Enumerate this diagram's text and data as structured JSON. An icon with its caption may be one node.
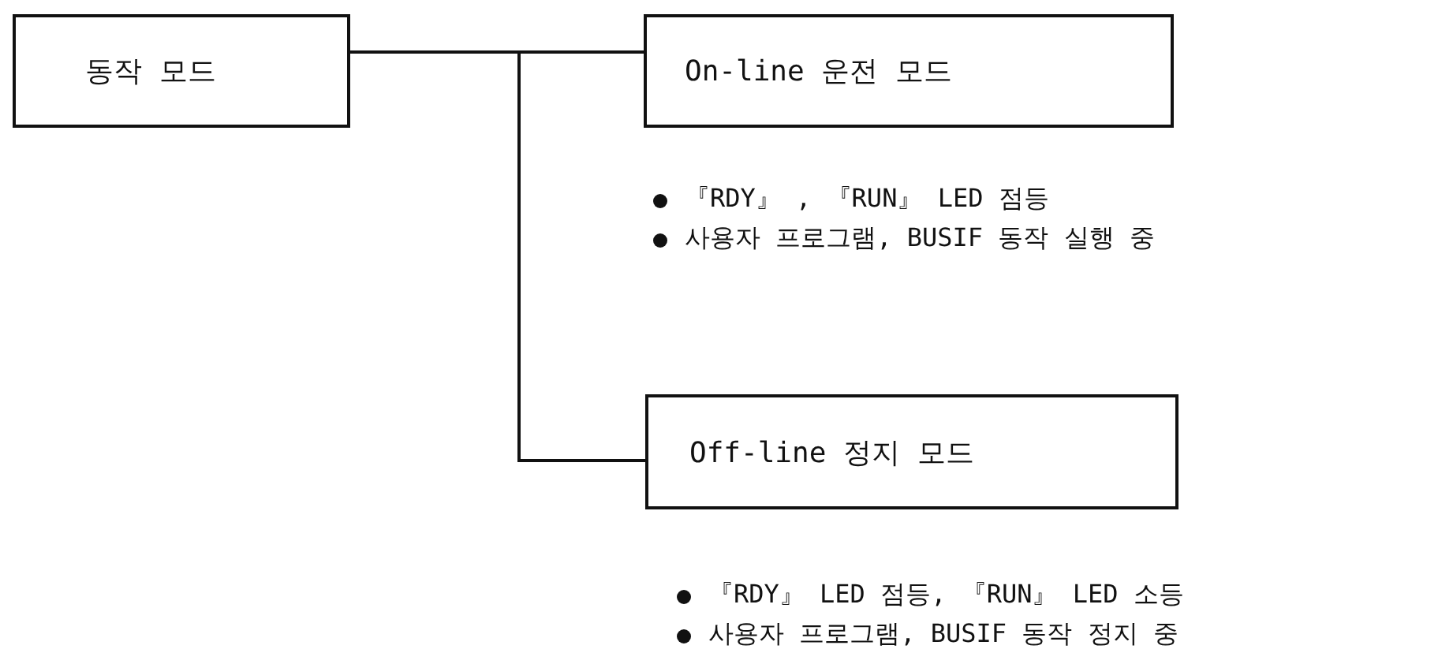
{
  "diagram": {
    "nodes": [
      {
        "text": [
          "동작 모드"
        ]
      },
      {
        "text": [
          "On-line 운전 모드"
        ],
        "beside": [
          "『RDY』 , 『RUN』 LED 점등",
          "사용자 프로그램, BUSIF 동작 실행 중"
        ]
      },
      {
        "text": [
          "Off-line 정지 모드"
        ],
        "beside": [
          "『RDY』 LED 점등, 『RUN』 LED 소등",
          "사용자 프로그램, BUSIF 동작 정지 중"
        ]
      }
    ],
    "edges": [
      {
        "from": 0,
        "to": 1,
        "arrow": "none"
      },
      {
        "from": 0,
        "to": 2,
        "arrow": "none"
      }
    ]
  }
}
